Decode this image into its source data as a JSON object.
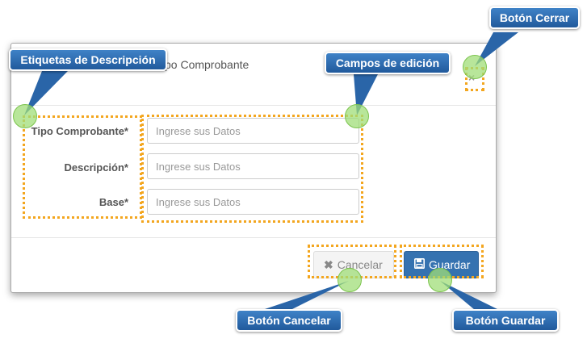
{
  "modal": {
    "title": "po Comprobante",
    "close_symbol": "×",
    "fields": [
      {
        "label": "Tipo Comprobante*",
        "placeholder": "Ingrese sus Datos"
      },
      {
        "label": "Descripción*",
        "placeholder": "Ingrese sus Datos"
      },
      {
        "label": "Base*",
        "placeholder": "Ingrese sus Datos"
      }
    ],
    "cancel": {
      "label": "Cancelar",
      "icon": "times-icon"
    },
    "save": {
      "label": "Guardar",
      "icon": "floppy-disk-icon"
    }
  },
  "annotations": {
    "labels": "Etiquetas de Descripción",
    "fields": "Campos de edición",
    "close": "Botón Cerrar",
    "cancel": "Botón Cancelar",
    "save": "Botón Guardar"
  },
  "colors": {
    "primary": "#3572b0",
    "callout": "#2f6fb5",
    "highlight": "#f3a61f",
    "marker": "#a0de78"
  }
}
